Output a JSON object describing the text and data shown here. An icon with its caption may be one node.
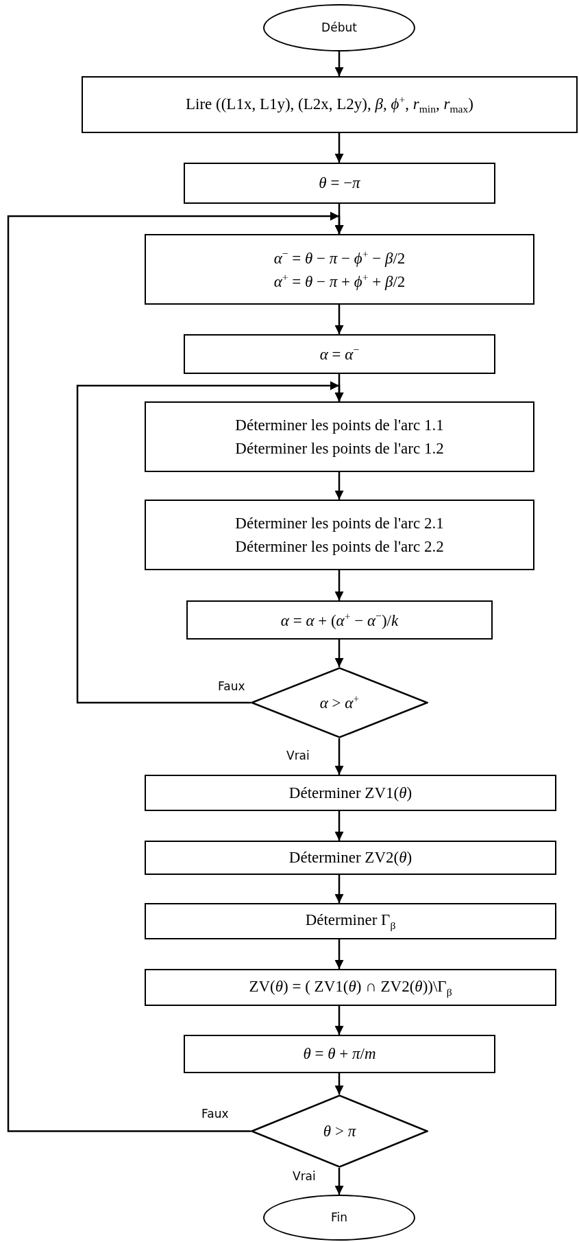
{
  "diagram": {
    "nodes": [
      {
        "text": [
          "Début"
        ]
      },
      {
        "text": [
          "Lire ((L1x, L1y), (L2x, L2y), *β*, *ϕ*$^{+}$, *r*$_{min}$, *r*$_{max}$)"
        ]
      },
      {
        "text": [
          "*θ* = −*π*"
        ]
      },
      {
        "text": [
          "*α*$^{−}$ = *θ* − *π* − *ϕ*$^{+}$ − *β*/2",
          "*α*$^{+}$ = *θ* − *π* + *ϕ*$^{+}$ + *β*/2"
        ]
      },
      {
        "text": [
          "*α* = *α*$^{−}$"
        ]
      },
      {
        "text": [
          "Déterminer les points de l'arc 1.1",
          "Déterminer les points de l'arc 1.2"
        ]
      },
      {
        "text": [
          "Déterminer les points de l'arc 2.1",
          "Déterminer les points de l'arc 2.2"
        ]
      },
      {
        "text": [
          "*α* = *α* + (*α*$^{+}$ − *α*$^{−}$)/*k*"
        ]
      },
      {
        "text": [
          "*α* > *α*$^{+}$"
        ]
      },
      {
        "text": [
          "Déterminer ZV1(*θ*)"
        ]
      },
      {
        "text": [
          "Déterminer ZV2(*θ*)"
        ]
      },
      {
        "text": [
          "Déterminer Γ$_{β}$"
        ]
      },
      {
        "text": [
          "ZV(*θ*) = ( ZV1(*θ*) ∩ ZV2(*θ*))\\Γ$_{β}$"
        ]
      },
      {
        "text": [
          "*θ* = *θ* + *π*/*m*"
        ]
      },
      {
        "text": [
          "*θ* > *π*"
        ]
      },
      {
        "text": [
          "Fin"
        ]
      }
    ],
    "edges": [
      {
        "from": 0,
        "to": 1,
        "arrow": "to"
      },
      {
        "from": 1,
        "to": 2,
        "arrow": "to"
      },
      {
        "from": 2,
        "to": 3,
        "arrow": "to"
      },
      {
        "from": 3,
        "to": 4,
        "arrow": "to"
      },
      {
        "from": 4,
        "to": 5,
        "arrow": "to"
      },
      {
        "from": 5,
        "to": 6,
        "arrow": "to"
      },
      {
        "from": 6,
        "to": 7,
        "arrow": "to"
      },
      {
        "from": 7,
        "to": 8,
        "arrow": "to"
      },
      {
        "from": 8,
        "to": 9,
        "label": "Vrai",
        "arrow": "to"
      },
      {
        "from": 9,
        "to": 10,
        "arrow": "to"
      },
      {
        "from": 10,
        "to": 11,
        "arrow": "to"
      },
      {
        "from": 11,
        "to": 12,
        "arrow": "to"
      },
      {
        "from": 12,
        "to": 13,
        "arrow": "to"
      },
      {
        "from": 13,
        "to": 14,
        "arrow": "to"
      },
      {
        "from": 14,
        "to": 15,
        "label": "Vrai",
        "arrow": "to"
      },
      {
        "from": 8,
        "to": 5,
        "label": "Faux",
        "arrow": "to"
      },
      {
        "from": 14,
        "to": 3,
        "label": "Faux",
        "arrow": "to"
      }
    ]
  }
}
